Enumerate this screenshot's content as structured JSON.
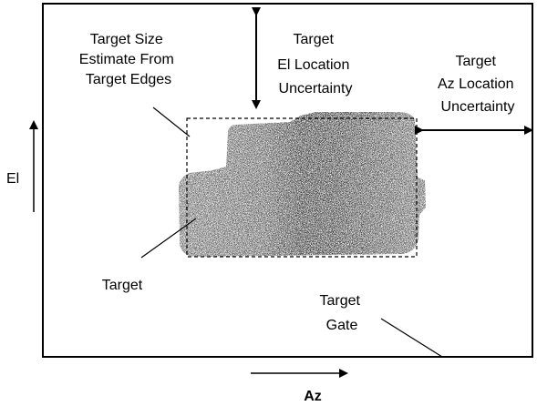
{
  "labels": {
    "target_size": [
      "Target Size",
      "Estimate From",
      "Target Edges"
    ],
    "el_uncertainty": [
      "Target",
      "El Location",
      "Uncertainty"
    ],
    "az_uncertainty": [
      "Target",
      "Az Location",
      "Uncertainty"
    ],
    "el_axis": "El",
    "az_axis": "Az",
    "target": "Target",
    "target_gate": [
      "Target",
      "Gate"
    ]
  },
  "colors": {
    "ink": "#000000",
    "background": "#ffffff",
    "target_fill_dark": "#2a2a2a",
    "target_fill_mid": "#6a6a6a"
  }
}
